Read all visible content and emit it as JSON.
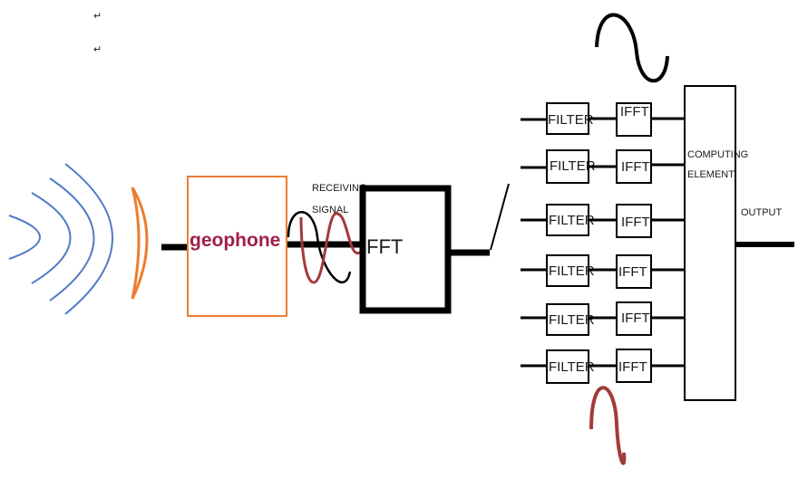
{
  "marks": [
    "↵",
    "↵"
  ],
  "geophone": {
    "label": "geophone",
    "color": "#a0204a"
  },
  "receiving_signal": {
    "line1": "RECEIVING",
    "line2": "SIGNAL"
  },
  "fft": {
    "label": "FFT"
  },
  "filters": [
    "FILTER",
    "FILTER",
    "FILTER",
    "FILTER",
    "FILTER",
    "FILTER"
  ],
  "iffts": [
    "IFFT",
    "IFFT",
    "IFFT",
    "IFFT",
    "IFFT",
    "IFFT"
  ],
  "computing_element": {
    "line1": "COMPUTING",
    "line2": "ELEMENT"
  },
  "output": {
    "label": "OUTPUT"
  },
  "colors": {
    "wave_blue": "#4f7ac7",
    "orange": "#ed7d31",
    "red_wave": "#a33a3a",
    "black": "#000000"
  }
}
